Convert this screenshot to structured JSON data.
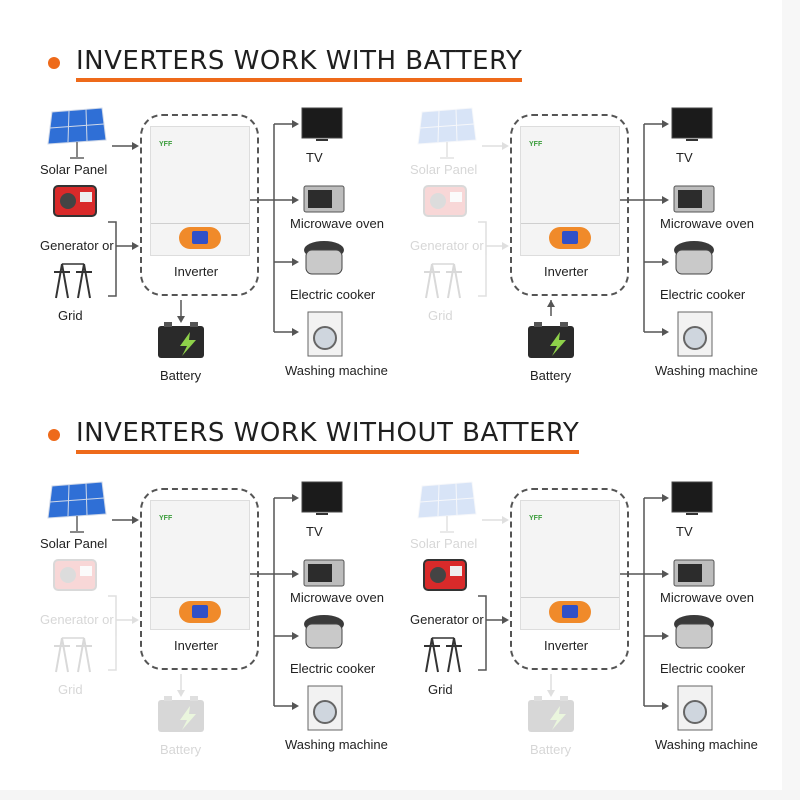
{
  "sections": [
    {
      "title": "INVERTERS WORK WITH BATTERY"
    },
    {
      "title": "INVERTERS WORK WITHOUT BATTERY"
    }
  ],
  "labels": {
    "solar": "Solar Panel",
    "generator": "Generator or",
    "grid": "Grid",
    "inverter": "Inverter",
    "battery": "Battery",
    "tv": "TV",
    "microwave": "Microwave oven",
    "cooker": "Electric cooker",
    "washer": "Washing machine",
    "logo": "YFF"
  },
  "colors": {
    "accent": "#ee6a1a",
    "line": "#555555"
  }
}
